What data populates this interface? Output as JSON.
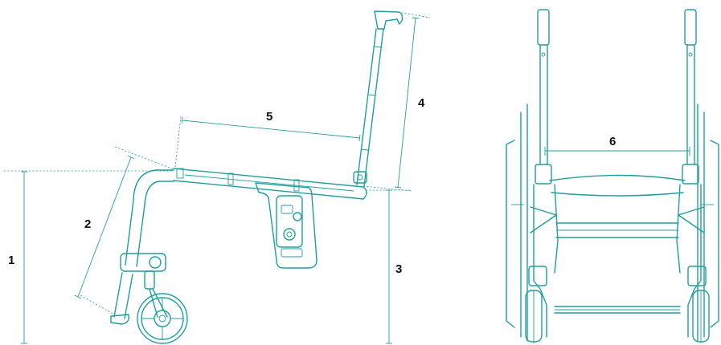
{
  "colors": {
    "line": "#1f9ea0",
    "dimension": "#2a9c9c",
    "label": "#111111",
    "background": "#ffffff"
  },
  "dimensions": [
    {
      "id": "d1",
      "label": "1"
    },
    {
      "id": "d2",
      "label": "2"
    },
    {
      "id": "d3",
      "label": "3"
    },
    {
      "id": "d4",
      "label": "4"
    },
    {
      "id": "d5",
      "label": "5"
    },
    {
      "id": "d6",
      "label": "6"
    }
  ]
}
